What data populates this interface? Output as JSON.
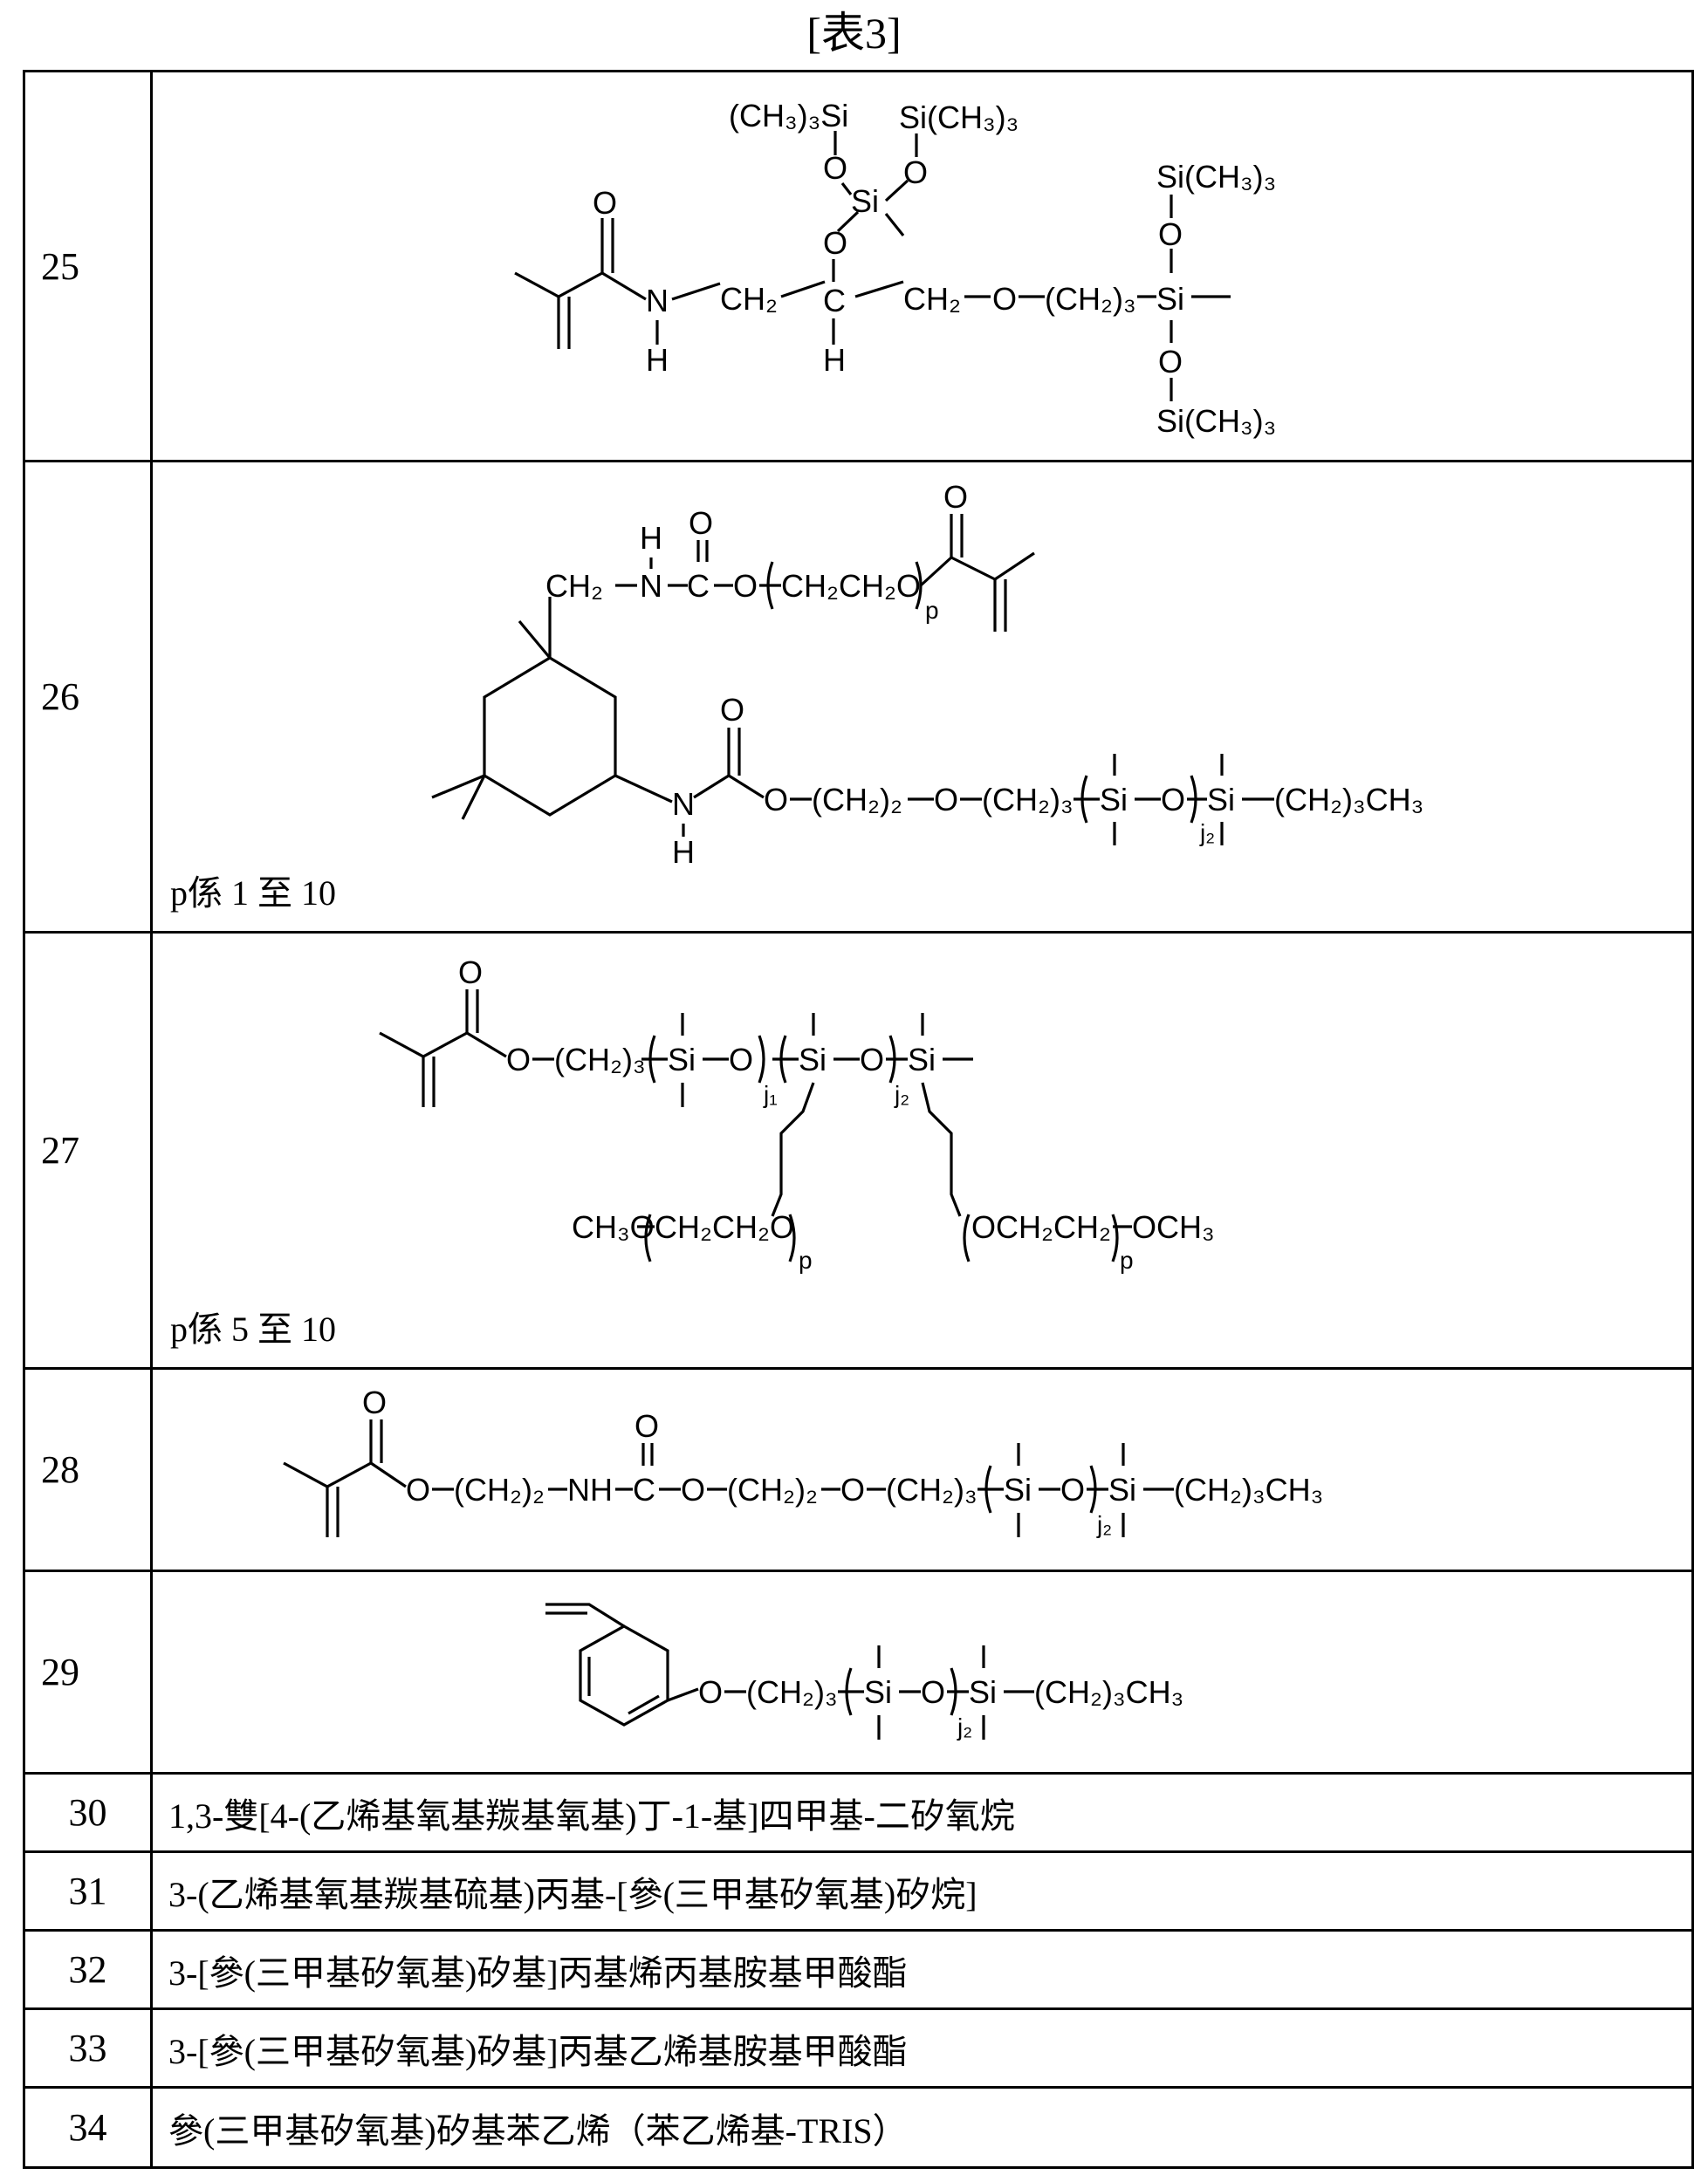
{
  "table_title": "[表3]",
  "rows": [
    {
      "num": "25"
    },
    {
      "num": "26",
      "note": "p係 1 至 10"
    },
    {
      "num": "27",
      "note": "p係 5 至 10"
    },
    {
      "num": "28"
    },
    {
      "num": "29"
    },
    {
      "num": "30",
      "name": "1,3-雙[4-(乙烯基氧基羰基氧基)丁-1-基]四甲基-二矽氧烷"
    },
    {
      "num": "31",
      "name": "3-(乙烯基氧基羰基硫基)丙基-[參(三甲基矽氧基)矽烷]"
    },
    {
      "num": "32",
      "name": "3-[參(三甲基矽氧基)矽基]丙基烯丙基胺基甲酸酯"
    },
    {
      "num": "33",
      "name": "3-[參(三甲基矽氧基)矽基]丙基乙烯基胺基甲酸酯"
    },
    {
      "num": "34",
      "name": "參(三甲基矽氧基)矽基苯乙烯（苯乙烯基-TRIS）"
    }
  ]
}
